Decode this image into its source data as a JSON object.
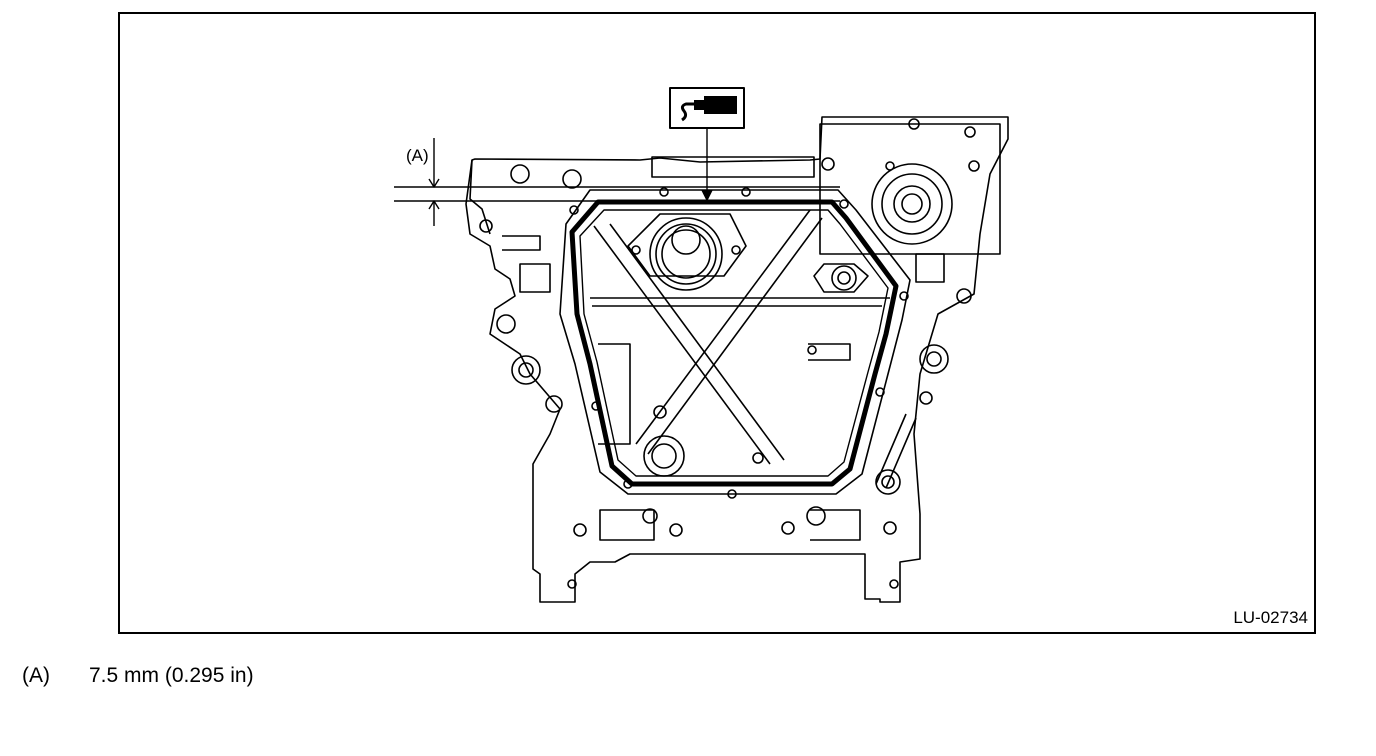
{
  "figure": {
    "id": "LU-02734",
    "dimension_label": "(A)",
    "sealant_icon": "sealant-tube-icon"
  },
  "legend": [
    {
      "key": "(A)",
      "text": "7.5 mm (0.295 in)"
    }
  ],
  "colors": {
    "line": "#000000",
    "background": "#ffffff"
  }
}
